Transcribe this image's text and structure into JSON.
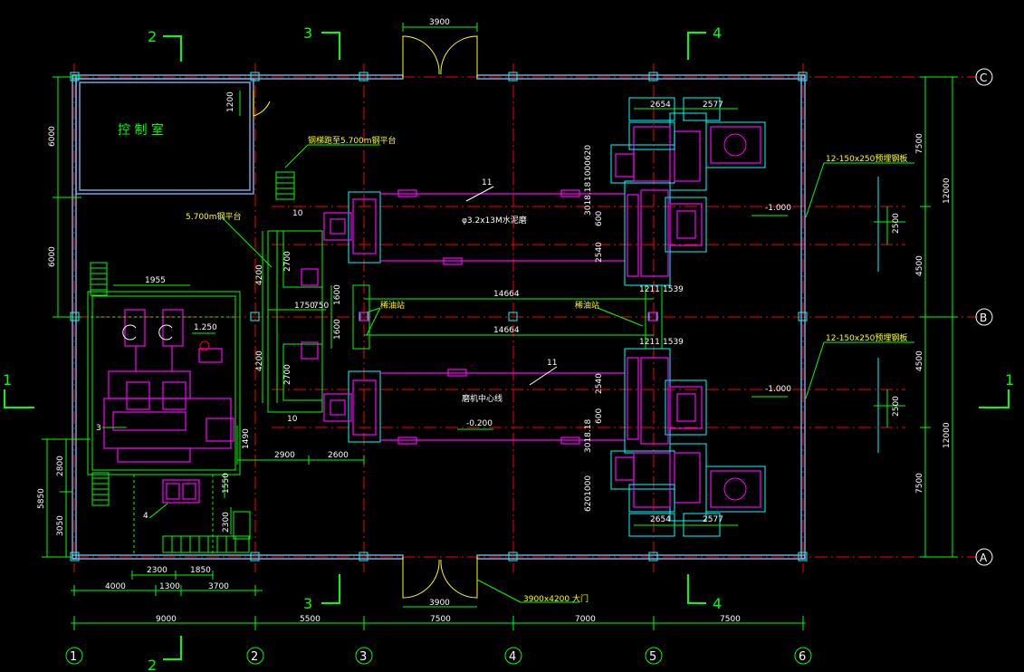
{
  "colors": {
    "background": "#000000",
    "wall": "#80c0ff",
    "axis_line": "#ff0000",
    "dimension": "#00ff00",
    "equipment": "#ff00ff",
    "frame": "#00ffff",
    "door": "#ffff00",
    "text_white": "#ffffff",
    "leader": "#00ff00"
  },
  "grid": {
    "columns": [
      "1",
      "2",
      "3",
      "4",
      "5",
      "6"
    ],
    "rows": [
      "C",
      "B",
      "A"
    ]
  },
  "bottom_dims": [
    "9000",
    "5500",
    "7500",
    "7000",
    "7500"
  ],
  "bottom_dims_inner": [
    "4000",
    "1300",
    "3700"
  ],
  "bottom_dims_inner2": [
    "2300",
    "1850"
  ],
  "right_dims": [
    "7500",
    "12000",
    "4500",
    "4500",
    "12000",
    "7500"
  ],
  "left_dims": [
    "6000",
    "6000"
  ],
  "left_dims_lower": [
    "5850",
    "2800",
    "3050"
  ],
  "section_marks": {
    "s1_left": "1",
    "s1_right": "1",
    "s2_top": "2",
    "s2_bottom": "2",
    "s3_top": "3",
    "s3_bottom": "3",
    "s4_top": "4",
    "s4_bottom": "4"
  },
  "labels": {
    "control_room": "控 制 室",
    "door_top_width": "3900",
    "door_bottom_width": "3900",
    "big_door": "3900x4200 大门",
    "stair_to_platform": "钢梯跑至5.700m钢平台",
    "platform": "5.700m钢平台",
    "mill_spec": "φ3.2x13M水泥磨",
    "mill_centerline": "磨机中心线",
    "oil_station_left": "稀油站",
    "oil_station_right": "稀油站",
    "steel_plate_top": "12-150x250预埋钢板",
    "steel_plate_bottom": "12-150x250预埋钢板",
    "elev_neg1_top": "-1.000",
    "elev_neg1_bottom": "-1.000",
    "elev_neg02": "-0.200",
    "elev_125": "1.250",
    "tag_11_top": "11",
    "tag_11_bottom": "11",
    "tag_10_top": "10",
    "tag_10_bottom": "10",
    "tag_3": "3",
    "tag_4": "4",
    "dim_1955": "1955",
    "dim_14664_top": "14664",
    "dim_14664_bottom": "14664",
    "dim_2654_top": "2654",
    "dim_2577_top": "2577",
    "dim_2654_bottom": "2654",
    "dim_2577_bottom": "2577",
    "dim_2900": "2900",
    "dim_2600": "2600",
    "dim_1200": "1200",
    "dim_4200_top": "4200",
    "dim_4200_bottom": "4200",
    "dim_2700_top": "2700",
    "dim_2700_bottom": "2700",
    "dim_1750": "1750",
    "dim_750": "750",
    "dim_1600_a": "1600",
    "dim_1600_b": "1600",
    "dim_2500_top": "2500",
    "dim_2500_bottom": "2500",
    "dim_1211_top": "1211",
    "dim_1539_top": "1539",
    "dim_1211_bottom": "1211",
    "dim_1539_bottom": "1539",
    "dim_3018_top": "3018.18",
    "dim_3018_bottom": "3018.18",
    "dim_2540_top": "2540",
    "dim_2540_bottom": "2540",
    "dim_600_top": "600",
    "dim_600_bottom": "600",
    "dim_1000_620_top": "1000620",
    "dim_620_1000_bottom": "6201000",
    "dim_1490": "1490",
    "dim_1550": "1550",
    "dim_2300_v": "2300"
  }
}
